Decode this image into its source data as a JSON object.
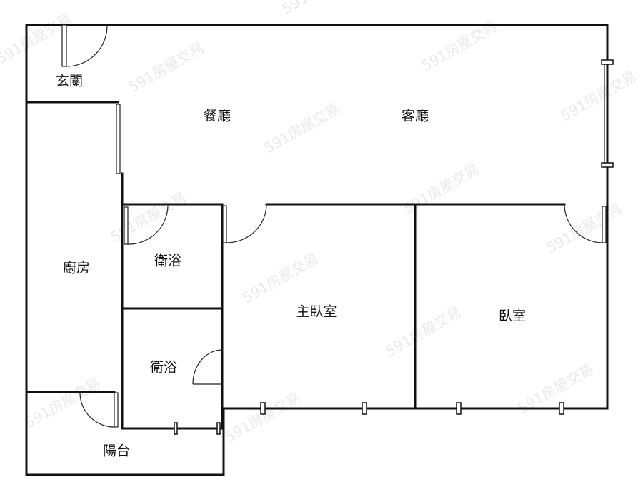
{
  "watermark": "591房屋交易",
  "rooms": {
    "entrance": "玄關",
    "dining": "餐廳",
    "living": "客廳",
    "kitchen": "廚房",
    "bath1": "衛浴",
    "bath2": "衛浴",
    "master_bedroom": "主臥室",
    "bedroom": "臥室",
    "balcony": "陽台"
  }
}
